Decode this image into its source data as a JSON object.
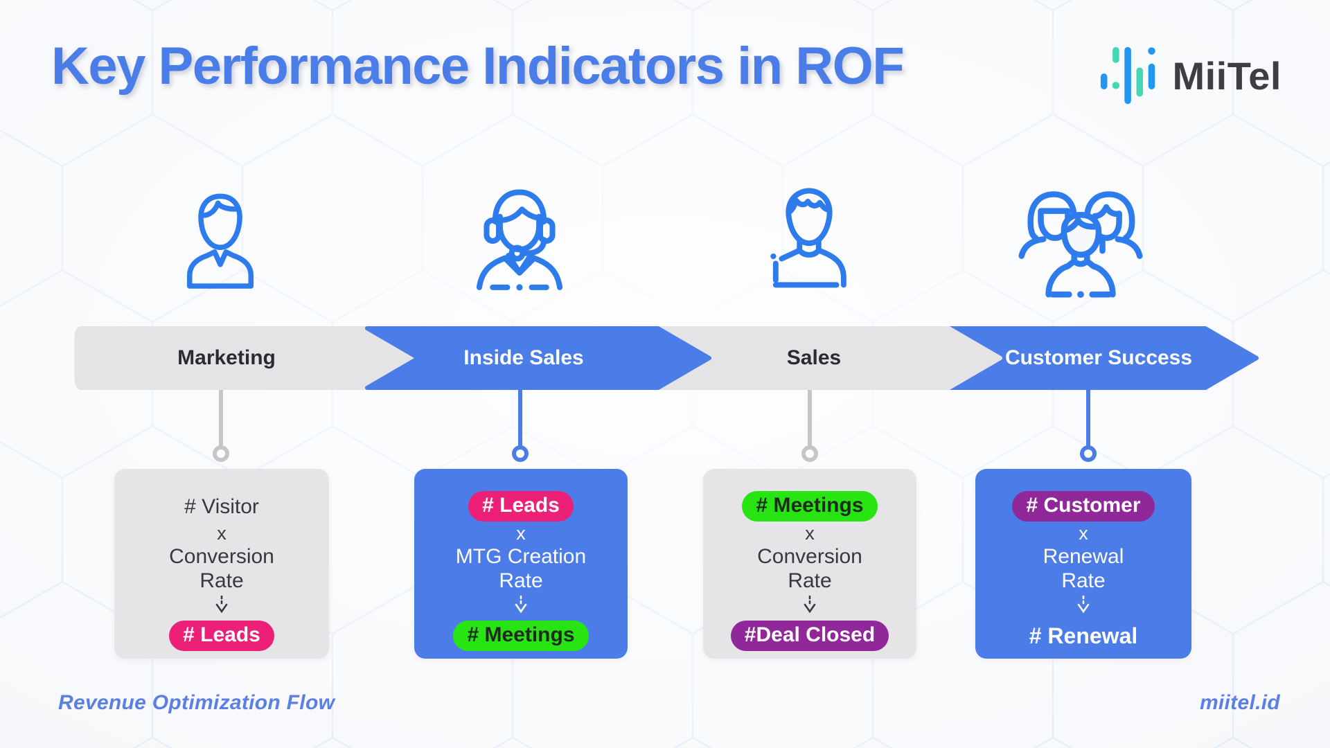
{
  "title": "Key Performance Indicators in ROF",
  "brand": {
    "name": "MiiTel",
    "waveform_icon": "soundwave-bars-icon",
    "colors": {
      "bar_blue": "#2296f3",
      "bar_teal": "#45d6b3",
      "text": "#3d3d44"
    }
  },
  "footer": {
    "left": "Revenue Optimization Flow",
    "right": "miitel.id"
  },
  "colors": {
    "accent_blue": "#4a7de8",
    "light_gray": "#e5e5e7",
    "icon_blue": "#2e7cec",
    "pink": "#ed2078",
    "green": "#27e412",
    "purple": "#90289a",
    "connector_gray": "#c6c6c9",
    "background": "#f7f8fb"
  },
  "stages": [
    {
      "label": "Marketing",
      "icon": "person-icon",
      "variant": "gray",
      "card": {
        "top": "# Visitor",
        "op": "x",
        "mid1": "Conversion",
        "mid2": "Rate",
        "bottom": "# Leads"
      }
    },
    {
      "label": "Inside Sales",
      "icon": "support-agent-icon",
      "variant": "blue",
      "card": {
        "top": "# Leads",
        "op": "x",
        "mid1": "MTG Creation",
        "mid2": "Rate",
        "bottom": "# Meetings"
      }
    },
    {
      "label": "Sales",
      "icon": "salesperson-icon",
      "variant": "gray",
      "card": {
        "top": "# Meetings",
        "op": "x",
        "mid1": "Conversion",
        "mid2": "Rate",
        "bottom": "#Deal Closed"
      }
    },
    {
      "label": "Customer Success",
      "icon": "team-icon",
      "variant": "blue",
      "card": {
        "top": "# Customer",
        "op": "x",
        "mid1": "Renewal",
        "mid2": "Rate",
        "bottom": "# Renewal"
      }
    }
  ]
}
